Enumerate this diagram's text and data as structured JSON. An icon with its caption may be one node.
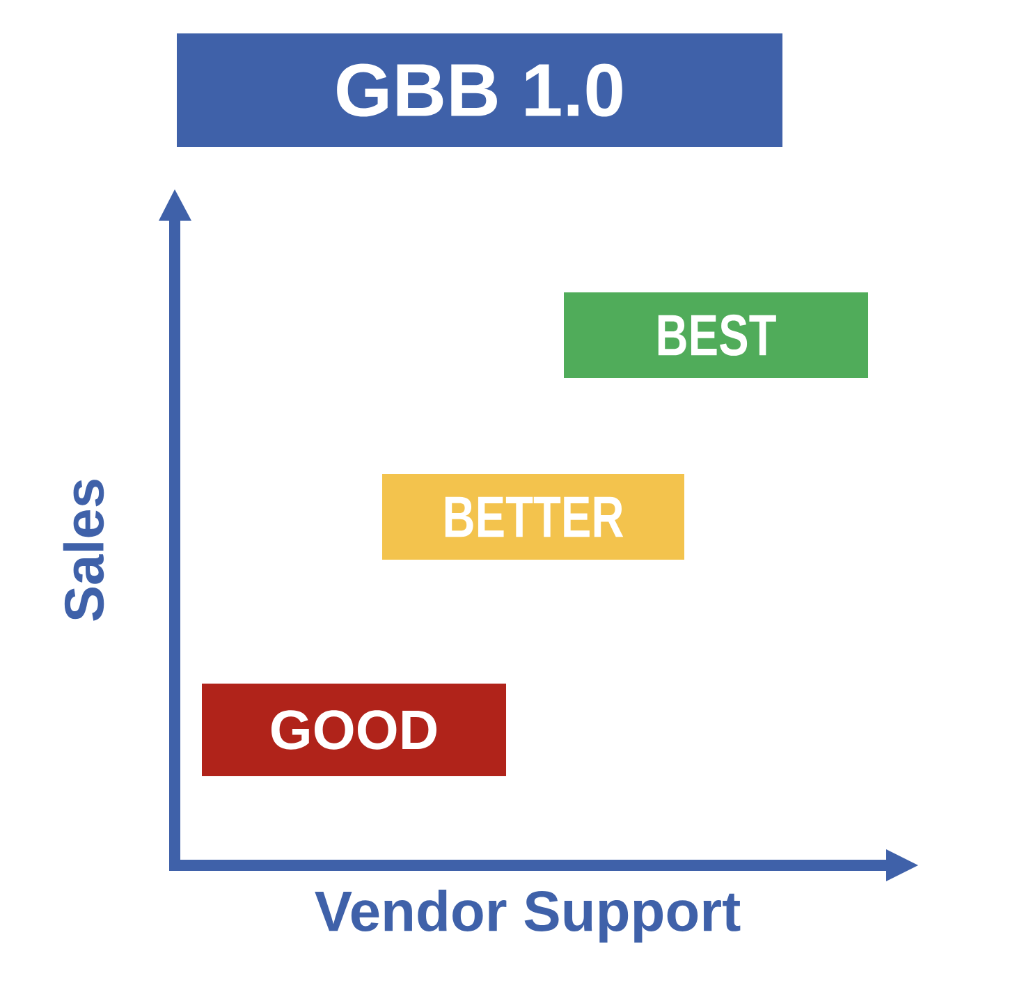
{
  "diagram": {
    "nodes": [
      {
        "text": [
          "GBB 1.0"
        ]
      },
      {
        "text": [
          "BEST"
        ]
      },
      {
        "text": [
          "BETTER"
        ]
      },
      {
        "text": [
          "GOOD"
        ]
      }
    ],
    "labels": [
      "Sales",
      "Vendor Support"
    ]
  }
}
